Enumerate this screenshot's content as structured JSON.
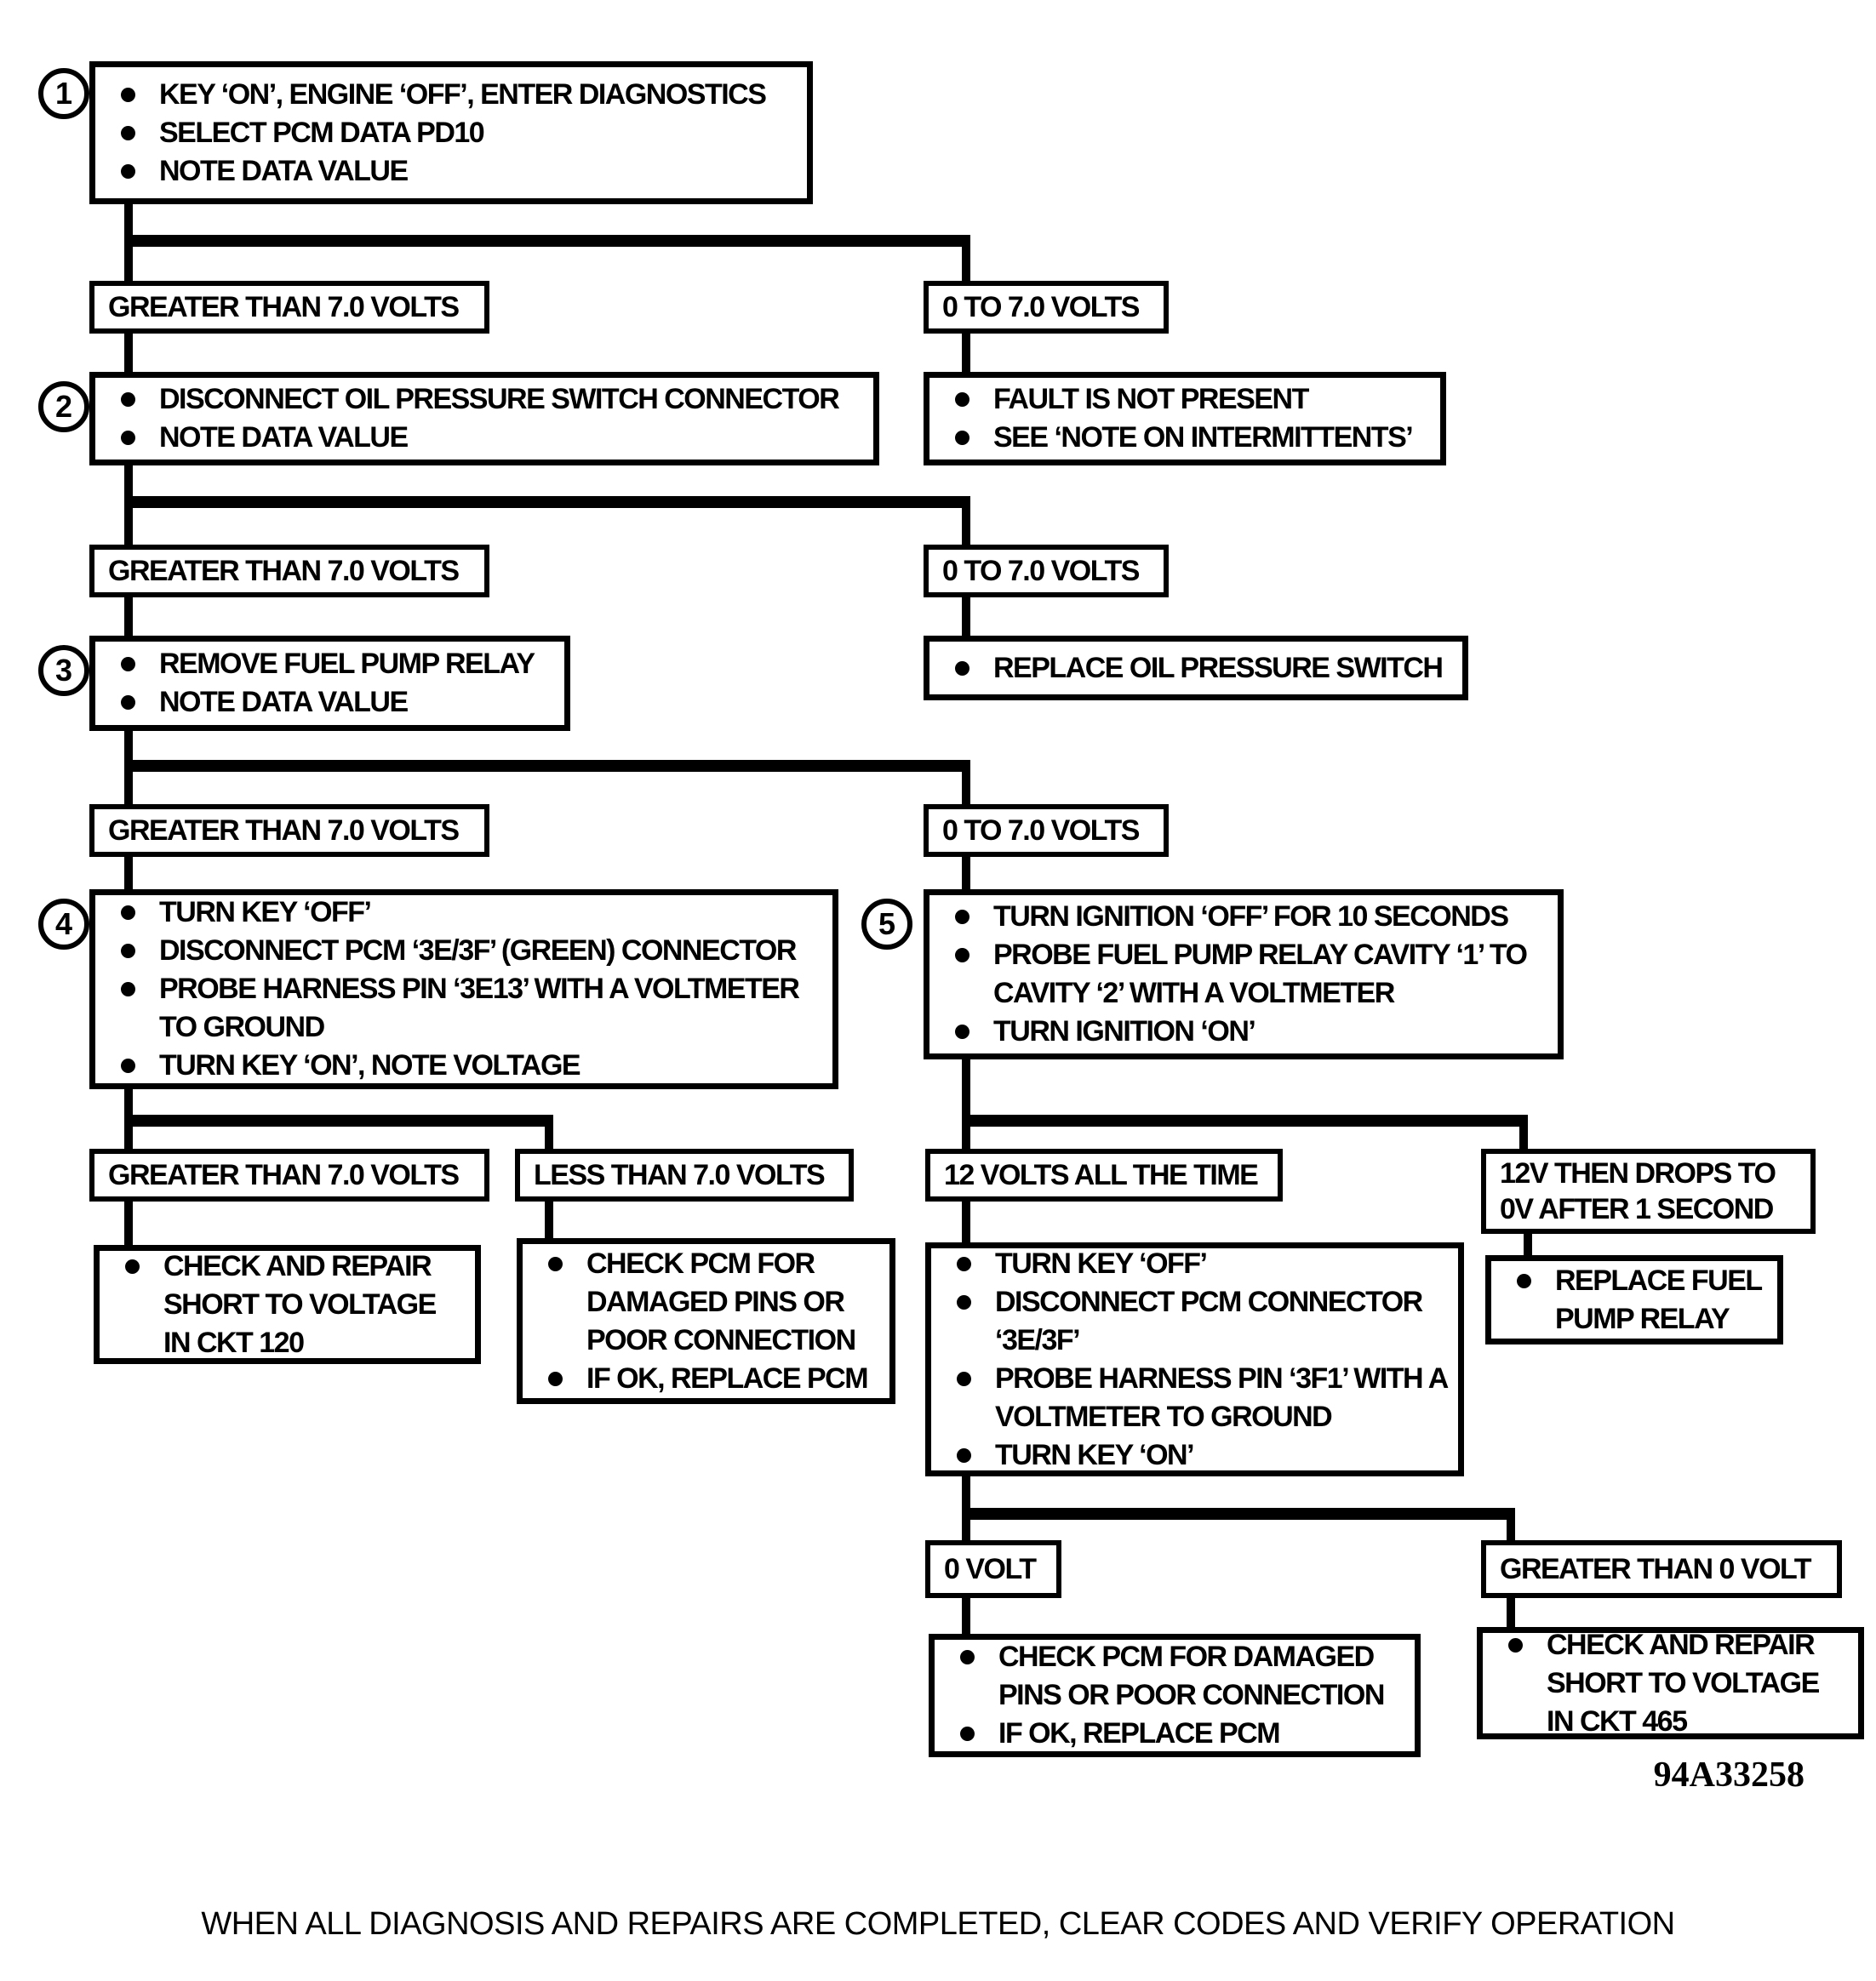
{
  "figure_id": "94A33258",
  "footer": "WHEN ALL DIAGNOSIS AND REPAIRS ARE COMPLETED, CLEAR CODES AND VERIFY OPERATION",
  "nodes": {
    "step1": {
      "number": "1",
      "bullets": [
        "KEY ‘ON’, ENGINE ‘OFF’, ENTER DIAGNOSTICS",
        "SELECT PCM DATA PD10",
        "NOTE DATA VALUE"
      ]
    },
    "branch1_left": "GREATER THAN 7.0 VOLTS",
    "branch1_right": "0 TO 7.0 VOLTS",
    "step2": {
      "number": "2",
      "bullets": [
        "DISCONNECT OIL PRESSURE SWITCH CONNECTOR",
        "NOTE DATA VALUE"
      ]
    },
    "fault_not_present": {
      "bullets": [
        "FAULT IS NOT PRESENT",
        "SEE ‘NOTE ON INTERMITTENTS’"
      ]
    },
    "branch2_left": "GREATER THAN 7.0 VOLTS",
    "branch2_right": "0 TO 7.0 VOLTS",
    "step3": {
      "number": "3",
      "bullets": [
        "REMOVE FUEL PUMP RELAY",
        "NOTE DATA VALUE"
      ]
    },
    "replace_oil_pressure_switch": {
      "bullets": [
        "REPLACE OIL PRESSURE SWITCH"
      ]
    },
    "branch3_left": "GREATER THAN 7.0 VOLTS",
    "branch3_right": "0 TO 7.0 VOLTS",
    "step4": {
      "number": "4",
      "bullets": [
        "TURN KEY ‘OFF’",
        "DISCONNECT PCM ‘3E/3F’ (GREEN) CONNECTOR",
        "PROBE HARNESS PIN ‘3E13’ WITH A VOLTMETER TO GROUND",
        "TURN KEY ‘ON’, NOTE VOLTAGE"
      ]
    },
    "step5": {
      "number": "5",
      "bullets": [
        "TURN IGNITION ‘OFF’ FOR 10 SECONDS",
        "PROBE FUEL PUMP RELAY CAVITY ‘1’ TO CAVITY ‘2’ WITH A VOLTMETER",
        "TURN IGNITION ‘ON’"
      ]
    },
    "branch4_left": "GREATER THAN 7.0 VOLTS",
    "branch4_right": "LESS THAN 7.0 VOLTS",
    "branch5_left": "12 VOLTS ALL THE TIME",
    "branch5_right": "12V THEN DROPS TO 0V AFTER 1 SECOND",
    "ckt120": {
      "bullets": [
        "CHECK AND REPAIR SHORT TO VOLTAGE IN CKT 120"
      ]
    },
    "check_pcm_a": {
      "bullets": [
        "CHECK PCM FOR DAMAGED PINS OR POOR CONNECTION",
        "IF OK, REPLACE PCM"
      ]
    },
    "probe_3f1": {
      "bullets": [
        "TURN KEY ‘OFF’",
        "DISCONNECT PCM CONNECTOR ‘3E/3F’",
        "PROBE HARNESS PIN ‘3F1’ WITH A VOLTMETER TO GROUND",
        "TURN KEY ‘ON’"
      ]
    },
    "replace_fuel_pump_relay": {
      "bullets": [
        "REPLACE FUEL PUMP RELAY"
      ]
    },
    "branch6_left": "0 VOLT",
    "branch6_right": "GREATER THAN 0 VOLT",
    "check_pcm_b": {
      "bullets": [
        "CHECK PCM FOR DAMAGED PINS OR POOR CONNECTION",
        "IF OK, REPLACE PCM"
      ]
    },
    "ckt465": {
      "bullets": [
        "CHECK AND REPAIR SHORT TO VOLTAGE IN CKT 465"
      ]
    }
  }
}
